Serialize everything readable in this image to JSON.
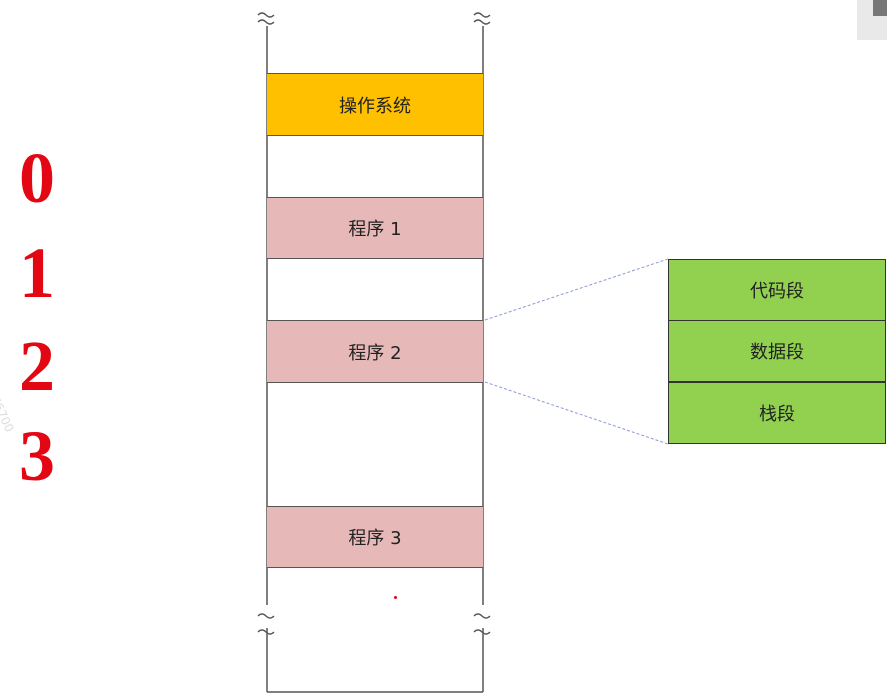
{
  "row_numbers": [
    "0",
    "1",
    "2",
    "3"
  ],
  "memory": {
    "os_label": "操作系统",
    "program1_label": "程序 1",
    "program2_label": "程序 2",
    "program3_label": "程序 3"
  },
  "segments": {
    "code_label": "代码段",
    "data_label": "数据段",
    "stack_label": "栈段"
  },
  "colors": {
    "number_red": "#e30613",
    "os_block": "#ffc000",
    "program_block": "#e6b8b7",
    "segment_block": "#92d050"
  },
  "icons": [
    "break-mark-icon"
  ]
}
